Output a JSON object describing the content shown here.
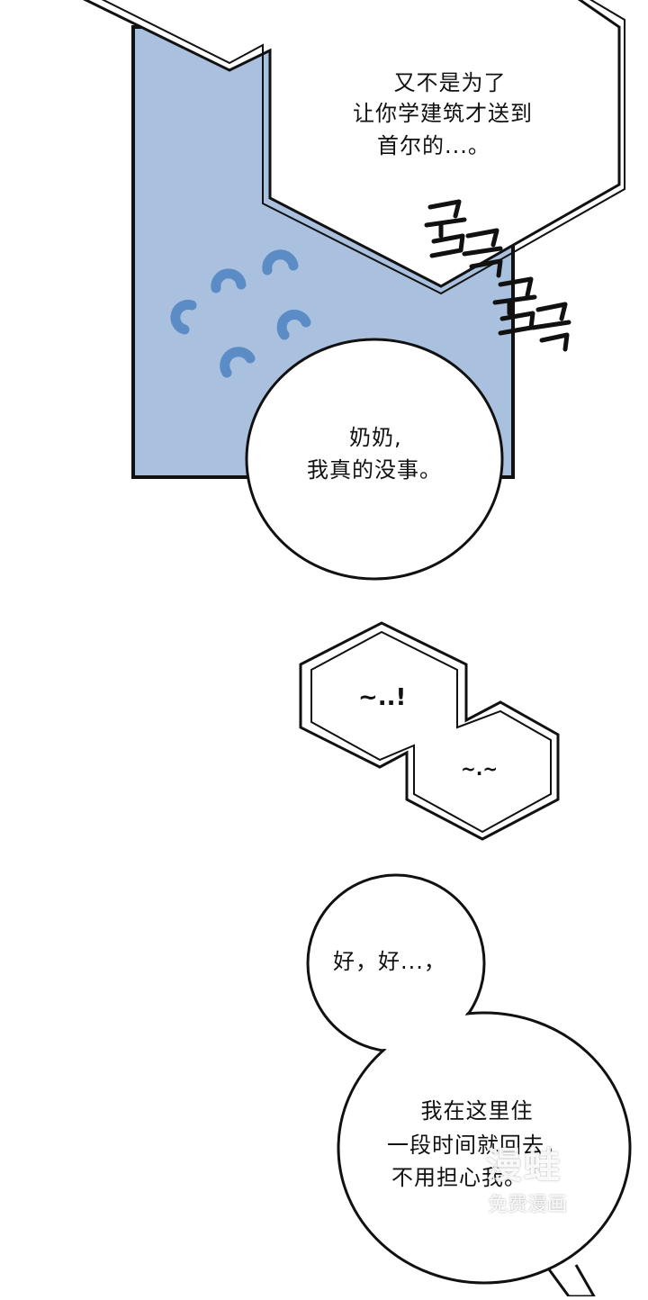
{
  "panel": {
    "bg_color": "#a9c1df",
    "accent_color": "#5b8cc6",
    "border_color": "#111111"
  },
  "bubbles": {
    "hex_top": {
      "lines": [
        "又不是为了",
        "让你学建筑才送到",
        "首尔的...。"
      ]
    },
    "round_1": {
      "lines": [
        "奶奶,",
        "我真的没事。"
      ]
    },
    "hex_small_a": {
      "text": "~..!"
    },
    "hex_small_b": {
      "text": "~.~"
    },
    "round_2_upper": {
      "text": "好，好...，"
    },
    "round_2_lower": {
      "lines": [
        "我在这里住",
        "一段时间就回去，",
        "不用担心我。"
      ]
    }
  },
  "sfx": {
    "icon": "korean-sfx-glyphs"
  },
  "watermark": {
    "big": "漫蛙",
    "small": "免费漫画"
  }
}
